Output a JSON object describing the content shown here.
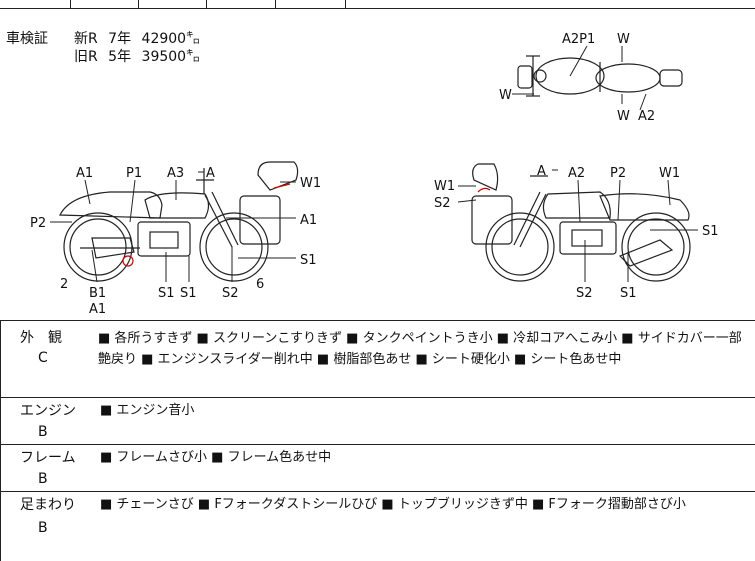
{
  "inspection": {
    "label": "車検証",
    "new_row": "新R 7年 42900㌔",
    "old_row": "旧R 5年 39500㌔"
  },
  "diagram": {
    "top_labels": {
      "a2p1": "A2P1",
      "w_top": "W",
      "w_left": "W",
      "w_bottom": "W",
      "a2": "A2"
    },
    "left_labels": {
      "a1": "A1",
      "p1": "P1",
      "a3": "A3",
      "a": "A",
      "w1": "W1",
      "p2": "P2",
      "a1_right": "A1",
      "s1_right": "S1",
      "n2": "2",
      "b1": "B1",
      "a1_bottom": "A1",
      "s1a": "S1",
      "s1b": "S1",
      "s2": "S2",
      "n6": "6"
    },
    "right_labels": {
      "a": "A",
      "a2": "A2",
      "p2": "P2",
      "w1_right": "W1",
      "w1_left": "W1",
      "s2_left": "S2",
      "s1_right": "S1",
      "s2_bottom": "S2",
      "s1_bottom": "S1"
    }
  },
  "sections": [
    {
      "title": "外　観",
      "grade": "C",
      "lines": [
        "■ 各所うすきず ■ スクリーンこすりきず ■ タンクペイントうき小 ■ 冷却コアへこみ小 ■ サイドカバー一部",
        "艶戻り ■ エンジンスライダー削れ中 ■ 樹脂部色あせ ■ シート硬化小 ■ シート色あせ中"
      ]
    },
    {
      "title": "エンジン",
      "grade": "B",
      "lines": [
        "■ エンジン音小"
      ]
    },
    {
      "title": "フレーム",
      "grade": "B",
      "lines": [
        "■ フレームさび小 ■ フレーム色あせ中"
      ]
    },
    {
      "title": "足まわり",
      "grade": "B",
      "lines": [
        "■ チェーンさび ■ Fフォークダストシールひび ■ トップブリッジきず中 ■ Fフォーク摺動部さび小"
      ]
    }
  ]
}
